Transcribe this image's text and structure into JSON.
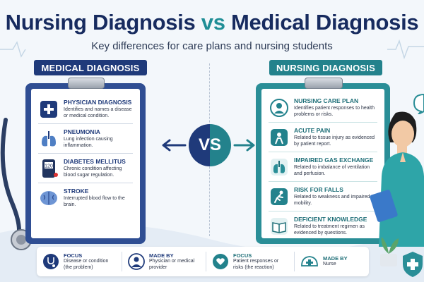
{
  "header": {
    "title_left": "Nursing Diagnosis ",
    "title_vs": "vs",
    "title_right": " Medical Diagnosis",
    "subtitle": "Key differences for care plans and nursing students"
  },
  "medical": {
    "label": "MEDICAL DIAGNOSIS",
    "items": [
      {
        "title": "PHYSICIAN DIAGNOSIS",
        "desc": "Identifies and names a disease or medical condition.",
        "icon": "medical-cross-icon"
      },
      {
        "title": "PNEUMONIA",
        "desc": "Lung infection causing inflammation.",
        "icon": "lungs-icon"
      },
      {
        "title": "DIABETES MELLITUS",
        "desc": "Chronic condition affecting blood sugar regulation.",
        "icon": "glucose-meter-icon",
        "meter": "120"
      },
      {
        "title": "STROKE",
        "desc": "Interrupted blood flow to the brain.",
        "icon": "brain-icon"
      }
    ]
  },
  "nursing": {
    "label": "NURSING DIAGNOSIS",
    "items": [
      {
        "title": "NURSING CARE PLAN",
        "desc": "Identifies patient responses to health problems or risks.",
        "icon": "person-icon"
      },
      {
        "title": "ACUTE PAIN",
        "desc": "Related to tissue injury as evidenced by patient report.",
        "icon": "pain-icon"
      },
      {
        "title": "IMPAIRED GAS EXCHANGE",
        "desc": "Related to imbalance of ventilation and perfusion.",
        "icon": "lungs-icon"
      },
      {
        "title": "RISK FOR FALLS",
        "desc": "Related to weakness and impaired mobility.",
        "icon": "falling-person-icon"
      },
      {
        "title": "DEFICIENT KNOWLEDGE",
        "desc": "Related to treatment regimen as evidenced by questions.",
        "icon": "book-icon"
      }
    ]
  },
  "vs_label": "VS",
  "bottom": [
    {
      "title": "FOCUS",
      "desc": "Disease or condition (the problem)",
      "icon": "stethoscope-icon",
      "side": "m"
    },
    {
      "title": "MADE BY",
      "desc": "Physician or medical provider",
      "icon": "doctor-icon",
      "side": "m"
    },
    {
      "title": "FOCUS",
      "desc": "Patient responses or risks (the reaction)",
      "icon": "heart-hands-icon",
      "side": "n"
    },
    {
      "title": "MADE BY",
      "desc": "Nurse",
      "icon": "nurse-cap-icon",
      "side": "n"
    }
  ],
  "colors": {
    "medical": "#1f3a7a",
    "nursing": "#23828c",
    "background": "#f3f7fb"
  }
}
